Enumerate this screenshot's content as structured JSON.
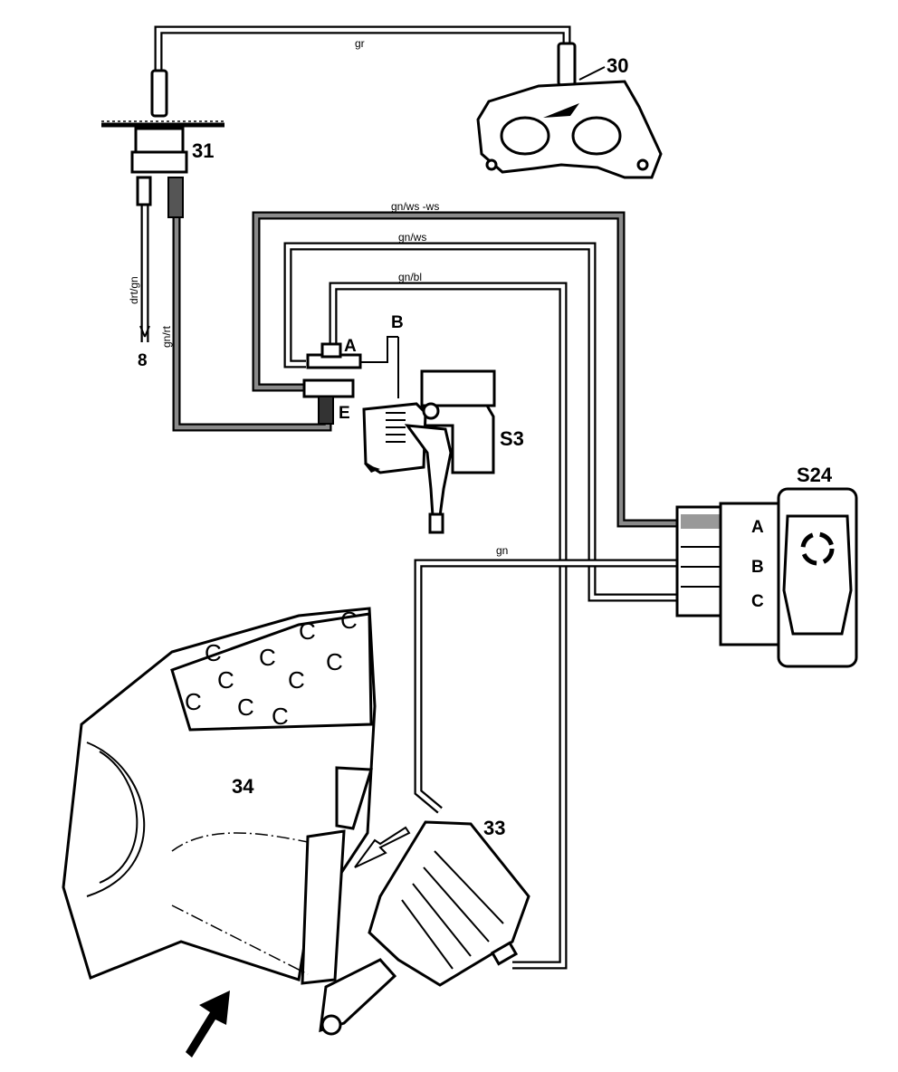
{
  "labels": {
    "part_30": "30",
    "part_31": "31",
    "part_s3": "S3",
    "part_s24": "S24",
    "part_33": "33",
    "part_34": "34",
    "port_a_valve": "A",
    "port_b_valve": "B",
    "port_e_valve": "E",
    "port_a_switch": "A",
    "port_b_switch": "B",
    "port_c_switch": "C",
    "marker_8": "8"
  },
  "wire_colors": {
    "gr": "gr",
    "gn_ws_ws": "gn/ws -ws",
    "gn_ws": "gn/ws",
    "gn_bl": "gn/bl",
    "gn": "gn",
    "drt_gn": "drt/gn",
    "gn_rt": "gn/rt"
  }
}
